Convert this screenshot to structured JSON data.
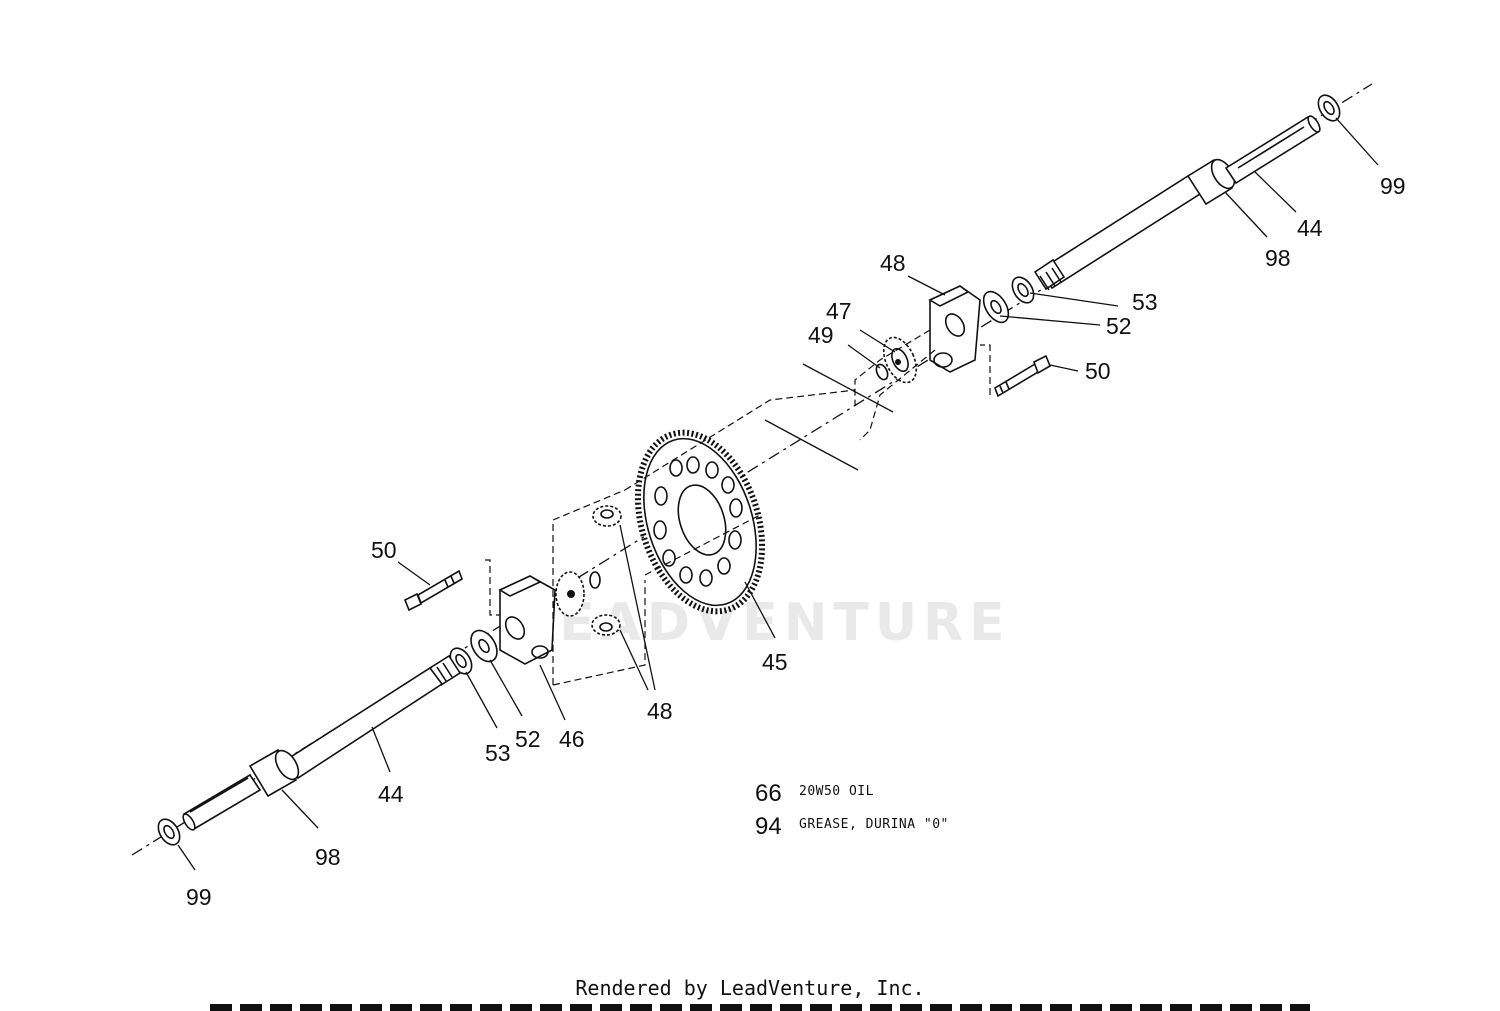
{
  "diagram": {
    "watermark": "LEADVENTURE",
    "callouts": [
      {
        "id": "c99-top",
        "label": "99"
      },
      {
        "id": "c44-top",
        "label": "44"
      },
      {
        "id": "c98-top",
        "label": "98"
      },
      {
        "id": "c48-top",
        "label": "48"
      },
      {
        "id": "c53-top",
        "label": "53"
      },
      {
        "id": "c47",
        "label": "47"
      },
      {
        "id": "c52-top",
        "label": "52"
      },
      {
        "id": "c49",
        "label": "49"
      },
      {
        "id": "c50-right",
        "label": "50"
      },
      {
        "id": "c50-left",
        "label": "50"
      },
      {
        "id": "c45",
        "label": "45"
      },
      {
        "id": "c48-bottom",
        "label": "48"
      },
      {
        "id": "c46",
        "label": "46"
      },
      {
        "id": "c52-bottom",
        "label": "52"
      },
      {
        "id": "c53-bottom",
        "label": "53"
      },
      {
        "id": "c44-bottom",
        "label": "44"
      },
      {
        "id": "c98-bottom",
        "label": "98"
      },
      {
        "id": "c99-bottom",
        "label": "99"
      }
    ],
    "legend": [
      {
        "number": "66",
        "text": "20W50 OIL"
      },
      {
        "number": "94",
        "text": "GREASE, DURINA \"0\""
      }
    ]
  },
  "footer": {
    "credit": "Rendered by LeadVenture, Inc."
  }
}
